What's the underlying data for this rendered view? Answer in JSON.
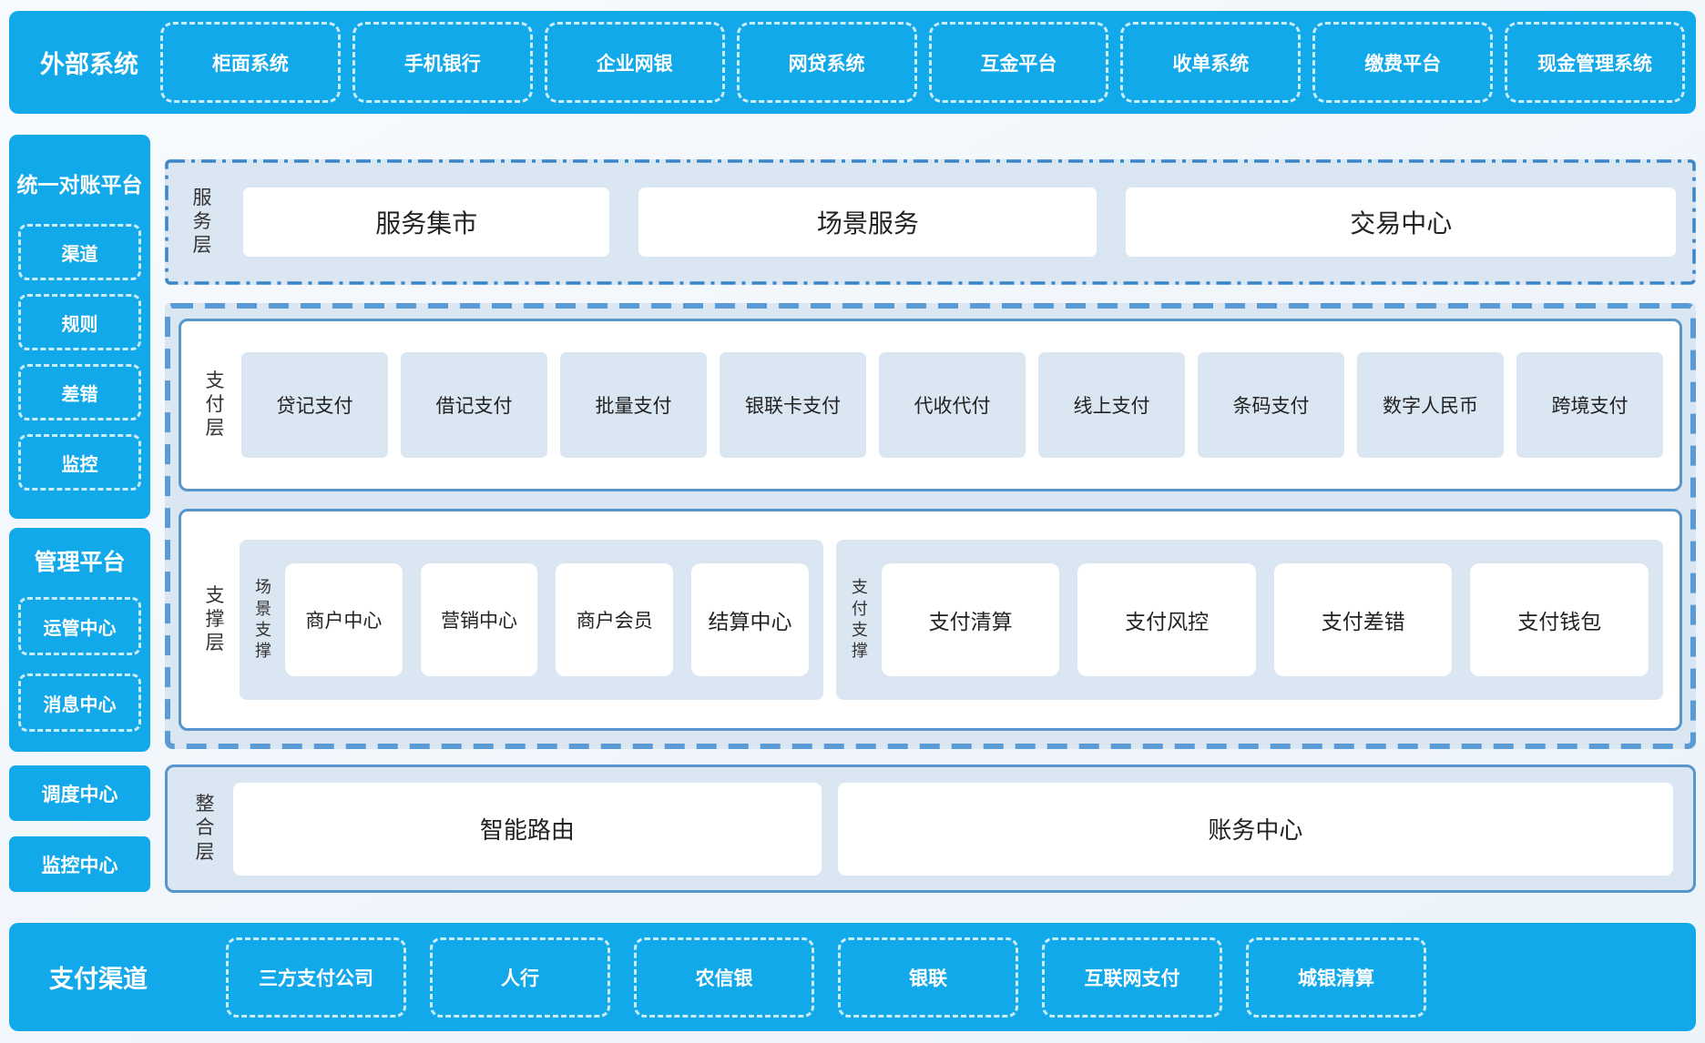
{
  "colors": {
    "cyan": "#12a9ea",
    "light_panel": "#dbe6f3",
    "solid_border": "#5795cd",
    "dashed_border": "#5b9bd5",
    "dashdot_border": "#3b86c9",
    "dark_text": "#222222"
  },
  "external_systems": {
    "title": "外部系统",
    "items": [
      "柜面系统",
      "手机银行",
      "企业网银",
      "网贷系统",
      "互金平台",
      "收单系统",
      "缴费平台",
      "现金管理系统"
    ]
  },
  "sidebar": {
    "reconciliation": {
      "title": "统一对账平台",
      "items": [
        "渠道",
        "规则",
        "差错",
        "监控"
      ]
    },
    "management": {
      "title": "管理平台",
      "items": [
        "运管中心",
        "消息中心"
      ]
    },
    "dispatch_center": "调度中心",
    "monitor_center": "监控中心"
  },
  "service_layer": {
    "label": "服务层",
    "items": [
      "服务集市",
      "场景服务",
      "交易中心"
    ]
  },
  "payment_layer": {
    "label": "支付层",
    "items": [
      "贷记支付",
      "借记支付",
      "批量支付",
      "银联卡支付",
      "代收代付",
      "线上支付",
      "条码支付",
      "数字人民币",
      "跨境支付"
    ]
  },
  "support_layer": {
    "label": "支撑层",
    "scene_group": {
      "label": "场景支撑",
      "items": [
        "商户中心",
        "营销中心",
        "商户会员",
        "结算中心"
      ]
    },
    "pay_group": {
      "label": "支付支撑",
      "items": [
        "支付清算",
        "支付风控",
        "支付差错",
        "支付钱包"
      ]
    }
  },
  "integration_layer": {
    "label": "整合层",
    "items": [
      "智能路由",
      "账务中心"
    ]
  },
  "payment_channels": {
    "title": "支付渠道",
    "items": [
      "三方支付公司",
      "人行",
      "农信银",
      "银联",
      "互联网支付",
      "城银清算"
    ]
  }
}
